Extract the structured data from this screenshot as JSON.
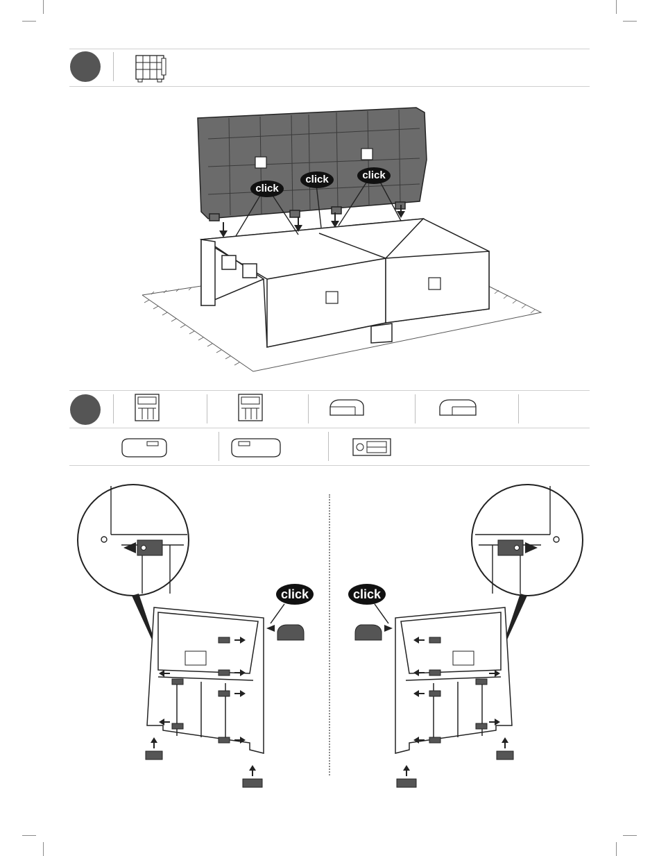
{
  "callouts": {
    "click_1": "click",
    "click_2": "click",
    "click_3": "click",
    "click_left": "click",
    "click_right": "click"
  },
  "colors": {
    "badge": "#555555",
    "backrest": "#6b6b6b",
    "bubble": "#111111",
    "rule": "#cfcfcf"
  },
  "icons": {
    "step1_part": "backrest-panel-icon",
    "step2_parts": [
      "side-panel-left-icon",
      "side-panel-right-icon",
      "armrest-cap-left-icon",
      "armrest-cap-right-icon",
      "foot-left-icon",
      "foot-right-icon",
      "connector-clip-icon"
    ]
  }
}
